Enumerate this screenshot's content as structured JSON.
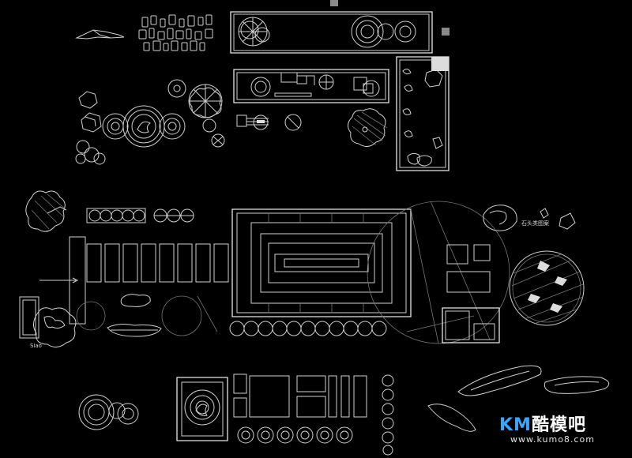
{
  "drawing": {
    "background": "#000000",
    "line_color": "#cfcfcf",
    "label_rock": "石头类图案",
    "label_small": "Siao"
  },
  "watermark": {
    "brand_latin": "KM",
    "brand_cn": "酷模吧",
    "url": "www.kumo8.com",
    "accent": "#3aa7ff"
  }
}
